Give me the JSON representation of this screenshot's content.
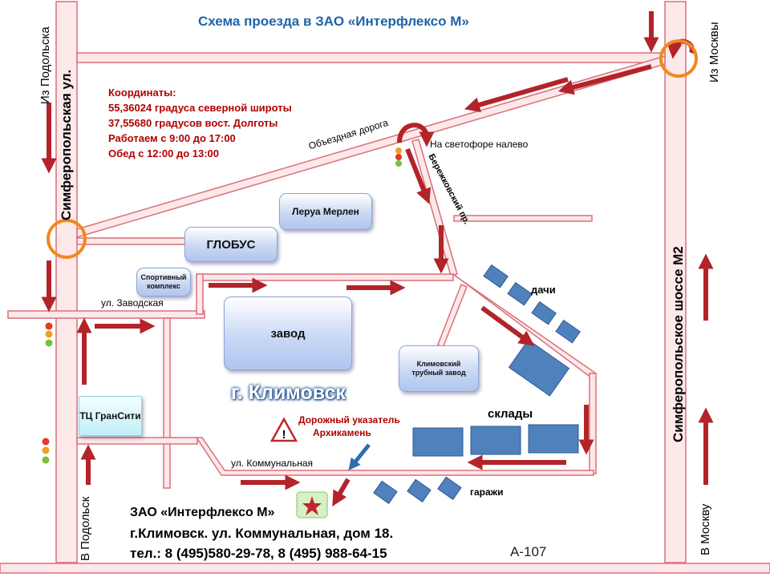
{
  "title": "Схема проезда в ЗАО «Интерфлексо М»",
  "coordinates": {
    "heading": "Координаты:",
    "lat": "55,36024 градуса северной широты",
    "lon": "37,55680 градусов вост. Долготы",
    "hours": "Работаем с 9:00 до 17:00",
    "lunch": "Обед с 12:00 до 13:00"
  },
  "streets": {
    "simferopolskaya": "Симферопольская ул.",
    "highway": "Симферопольское шоссе М2",
    "bypass": "Объездная дорога",
    "berezhkovsky": "Бережковский пр.",
    "zavodskaya": "ул. Заводская",
    "kommunalnaya": "ул. Коммунальная"
  },
  "directions": {
    "from_podolsk": "Из Подольска",
    "to_podolsk": "В Подольск",
    "from_moscow": "Из Москвы",
    "to_moscow": "В Москву",
    "traffic_light_left": "На светофоре налево"
  },
  "places": {
    "leroy": "Леруа Мерлен",
    "globus": "ГЛОБУС",
    "sport": "Спортивный комплекс",
    "plant": "завод",
    "pipe_plant": "Климовский трубный завод",
    "mall": "ТЦ ГранСити",
    "city": "г. Климовск",
    "dachas": "дачи",
    "warehouses": "склады",
    "garages": "гаражи"
  },
  "landmark": {
    "line1": "Дорожный указатель",
    "line2": "Архикамень"
  },
  "company": {
    "name": "ЗАО «Интерфлексо М»",
    "address": "г.Климовск. ул. Коммунальная,  дом 18.",
    "phone": "тел.: 8 (495)580-29-78, 8 (495) 988-64-15"
  },
  "route_code": "А-107",
  "colors": {
    "road_fill": "#fde8ea",
    "road_edge": "#d9707a",
    "arrow": "#c0282e",
    "building": "#4f81bd",
    "title": "#1f64a8",
    "ring": "#f0891e",
    "text_red": "#b00000"
  }
}
